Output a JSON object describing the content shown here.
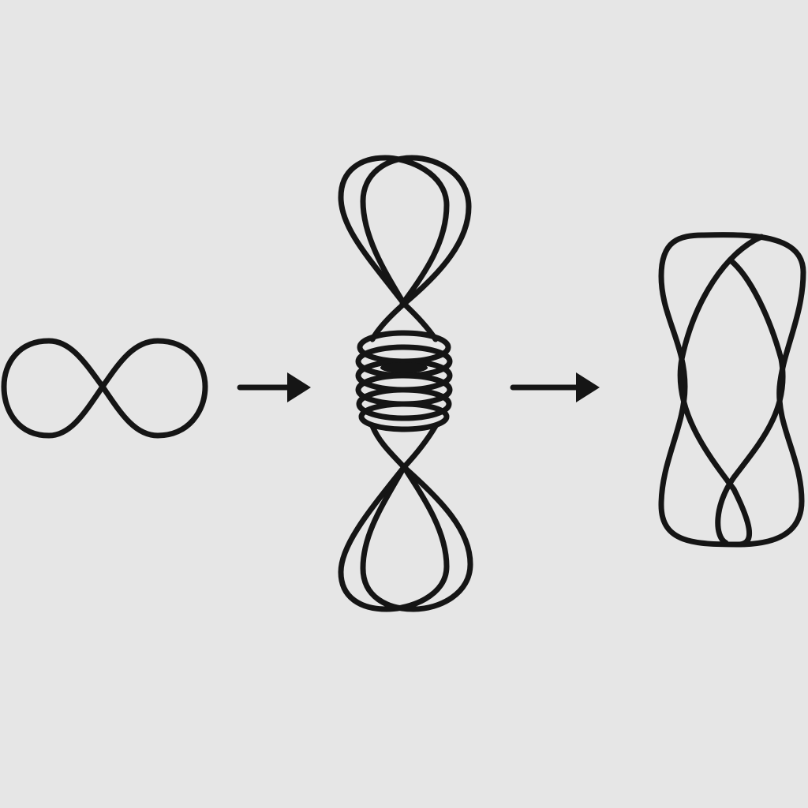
{
  "diagram": {
    "background_color": "#e6e6e6",
    "stroke_color": "#151515",
    "stages": [
      {
        "name": "infinity-loop",
        "shape": "figure-eight"
      },
      {
        "name": "coiled-double-loop",
        "shape": "stretched figure-eight with coil"
      },
      {
        "name": "interlaced-loop",
        "shape": "interlaced closed curve"
      }
    ],
    "connectors": [
      {
        "name": "arrow",
        "direction": "right"
      },
      {
        "name": "arrow",
        "direction": "right"
      }
    ]
  }
}
